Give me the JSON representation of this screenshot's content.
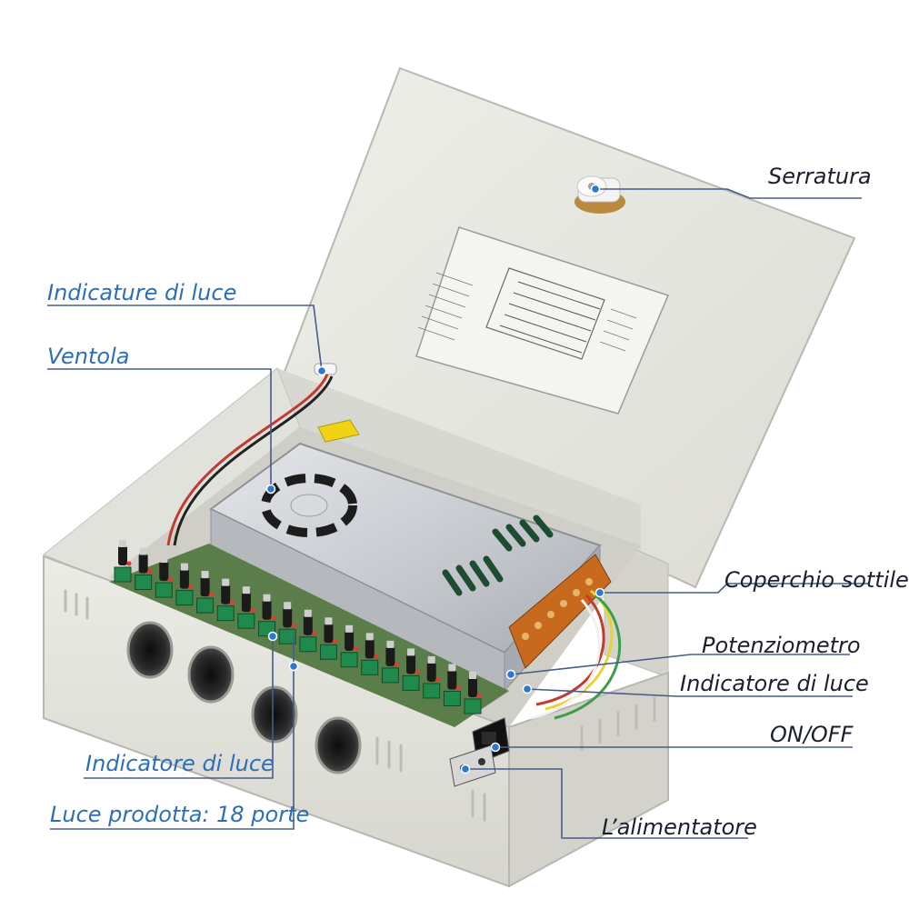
{
  "labels": {
    "lock": "Serratura",
    "light_indicators_top": "Indicature di luce",
    "fan": "Ventola",
    "thin_cover": "Coperchio sottile",
    "potentiometer": "Potenziometro",
    "light_indicator_right": "Indicatore di luce",
    "on_off": "ON/OFF",
    "light_indicator_left": "Indicatore di luce",
    "output_ports": "Luce prodotta: 18 porte",
    "power_input": "L’alimentatore"
  },
  "product": {
    "port_count": 18
  },
  "colors": {
    "label_blue": "#2c6fb8",
    "label_dark": "#1b1e2e",
    "leader_line": "#4a5a8a",
    "marker": "#2a78d0",
    "enclosure": "#e6e6e0",
    "terminal_green": "#1f8a4c",
    "psu_silver": "#c9cbcf"
  }
}
